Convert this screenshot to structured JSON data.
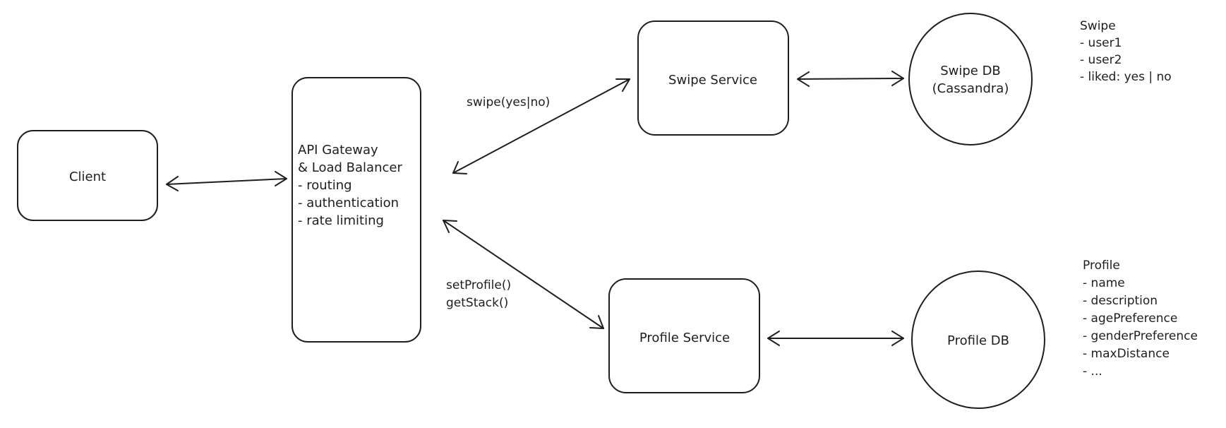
{
  "diagram": {
    "nodes": {
      "client": {
        "label": "Client"
      },
      "gateway": {
        "lines": [
          "API Gateway",
          "& Load Balancer",
          "- routing",
          "- authentication",
          "- rate limiting"
        ]
      },
      "swipe_service": {
        "label": "Swipe Service"
      },
      "profile_service": {
        "label": "Profile Service"
      },
      "swipe_db": {
        "lines": [
          "Swipe DB",
          "(Cassandra)"
        ]
      },
      "profile_db": {
        "label": "Profile DB"
      }
    },
    "edges": {
      "gateway_swipe": {
        "label": "swipe(yes|no)"
      },
      "gateway_profile": {
        "lines": [
          "setProfile()",
          "getStack()"
        ]
      }
    },
    "notes": {
      "swipe_schema": [
        "Swipe",
        "- user1",
        "- user2",
        "- liked: yes | no"
      ],
      "profile_schema": [
        "Profile",
        "- name",
        "- description",
        "- agePreference",
        "- genderPreference",
        "- maxDistance",
        "- ..."
      ]
    }
  }
}
